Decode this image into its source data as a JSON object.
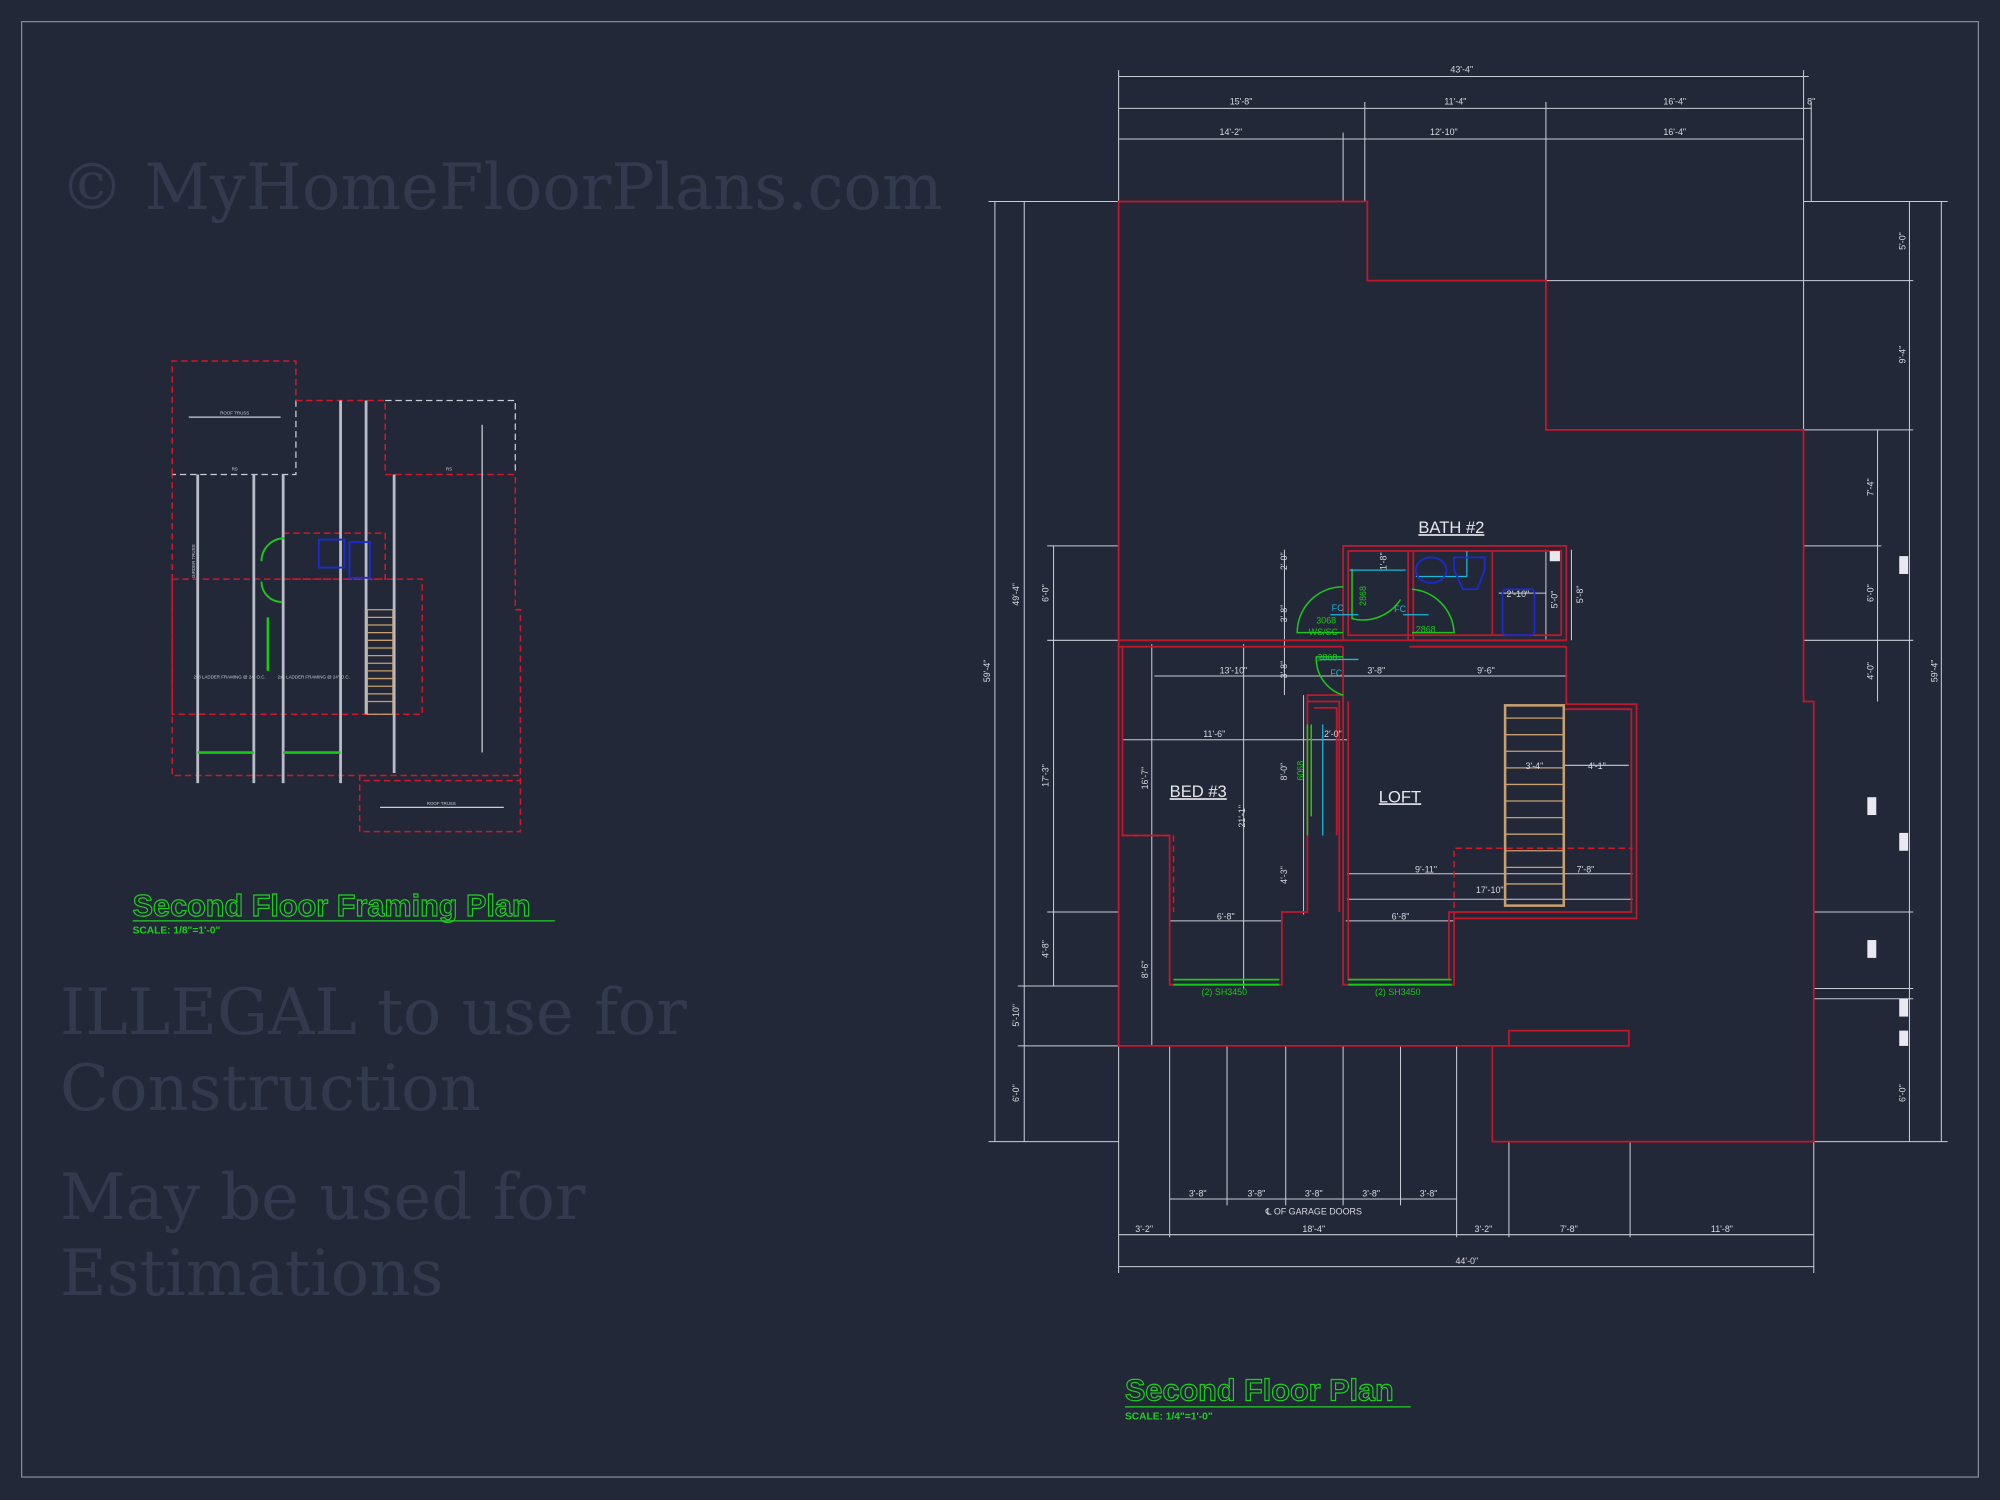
{
  "colors": {
    "background": "#232838",
    "walls": "#c0182a",
    "dimensions": "#c9ccd6",
    "title": "#1fd11f",
    "doors": "#19c919",
    "fixtures": "#1a2bd0",
    "stair": "#c8a070"
  },
  "watermark": {
    "line1": "© MyHomeFloorPlans.com",
    "line2": "ILLEGAL to use for Construction",
    "line3": "May be used for Estimations"
  },
  "framing_plan": {
    "title": "Second Floor Framing Plan",
    "scale": "SCALE:  1/8\"=1'-0\"",
    "labels": {
      "roof_truss": "ROOF TRUSS",
      "rs": "RS",
      "girder_truss": "GIRDER TRUSS",
      "ladder": "2x8 LADDER FRAMING @ 24\" O.C."
    }
  },
  "floor_plan": {
    "title": "Second Floor Plan",
    "scale": "SCALE:  1/4\"=1'-0\"",
    "rooms": {
      "bath": "BATH #2",
      "bed": "BED #3",
      "loft": "LOFT"
    },
    "doors": {
      "d1": "3068",
      "d1b": "WS/SC",
      "d2": "2868",
      "d3": "2868",
      "d4": "2868",
      "d5": "6068",
      "fc": "FC",
      "win": "(2) SH3450"
    },
    "garage_note": "℄ OF GARAGE DOORS",
    "dims": {
      "top": [
        "43'-4\"",
        "15'-8\"",
        "11'-4\"",
        "16'-4\"",
        "8\"",
        "14'-2\"",
        "12'-10\"",
        "16'-4\""
      ],
      "bottom": [
        "3'-8\"",
        "3'-8\"",
        "3'-8\"",
        "3'-8\"",
        "3'-8\"",
        "3'-2\"",
        "18'-4\"",
        "3'-2\"",
        "7'-8\"",
        "11'-8\"",
        "44'-0\""
      ],
      "left": [
        "59'-4\"",
        "49'-4\"",
        "6'-0\"",
        "17'-3\"",
        "4'-8\"",
        "5'-10\"",
        "6'-0\""
      ],
      "right": [
        "5'-0\"",
        "9'-4\"",
        "7'-4\"",
        "6'-0\"",
        "4'-0\"",
        "6'-0\"",
        "59'-4\""
      ],
      "interior": [
        "2'-0\"",
        "3'-8\"",
        "3'-8\"",
        "1'-8\"",
        "2'-10\"",
        "5'-0\"",
        "5'-8\"",
        "13'-10\"",
        "3'-8\"",
        "9'-6\"",
        "11'-6\"",
        "2'-0\"",
        "16'-7\"",
        "21'-1\"",
        "8'-0\"",
        "4'-3\"",
        "3'-4\"",
        "4'-1\"",
        "9'-11\"",
        "7'-8\"",
        "17'-10\"",
        "6'-8\"",
        "6'-8\"",
        "8'-6\""
      ]
    }
  }
}
